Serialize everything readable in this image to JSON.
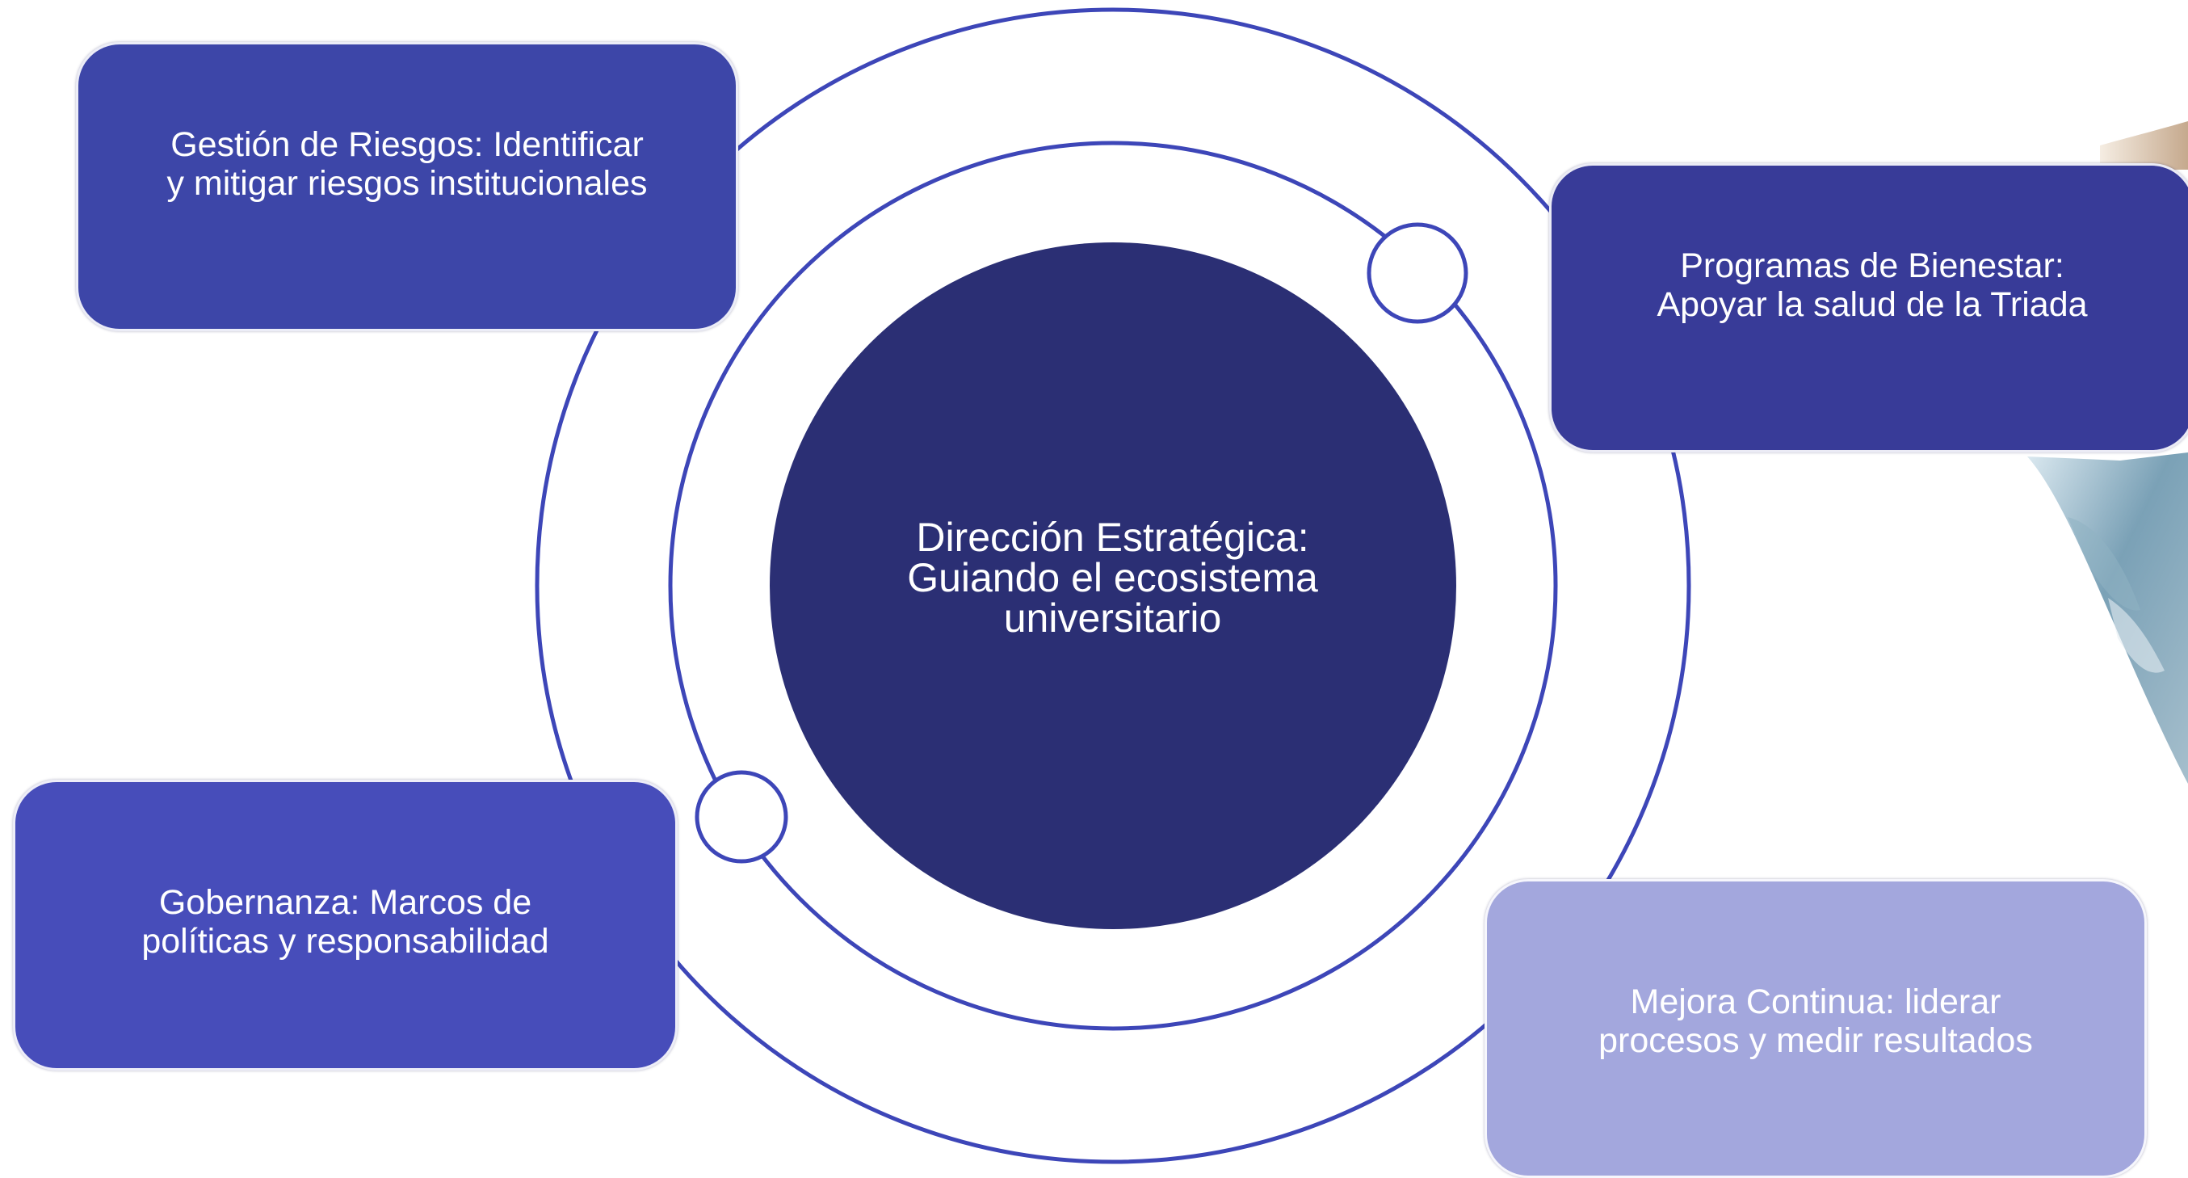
{
  "center": {
    "text": "Dirección Estratégica:\nGuiando el ecosistema\nuniversitario"
  },
  "nodes": {
    "top_left": "Gestión de Riesgos: Identificar\ny mitigar riesgos institucionales",
    "top_right": "Programas de Bienestar:\nApoyar la salud de la Triada",
    "bottom_left": "Gobernanza: Marcos de\npolíticas y responsabilidad",
    "bottom_right": "Mejora Continua: liderar\nprocesos y medir resultados"
  },
  "colors": {
    "center_fill": "#2b2f74",
    "ring_stroke": "#3d46b8",
    "top_left_fill": "#3d46a8",
    "top_right_fill": "#383b98",
    "bottom_left_fill": "#474dba",
    "bottom_right_fill": "#a3a7dd"
  }
}
